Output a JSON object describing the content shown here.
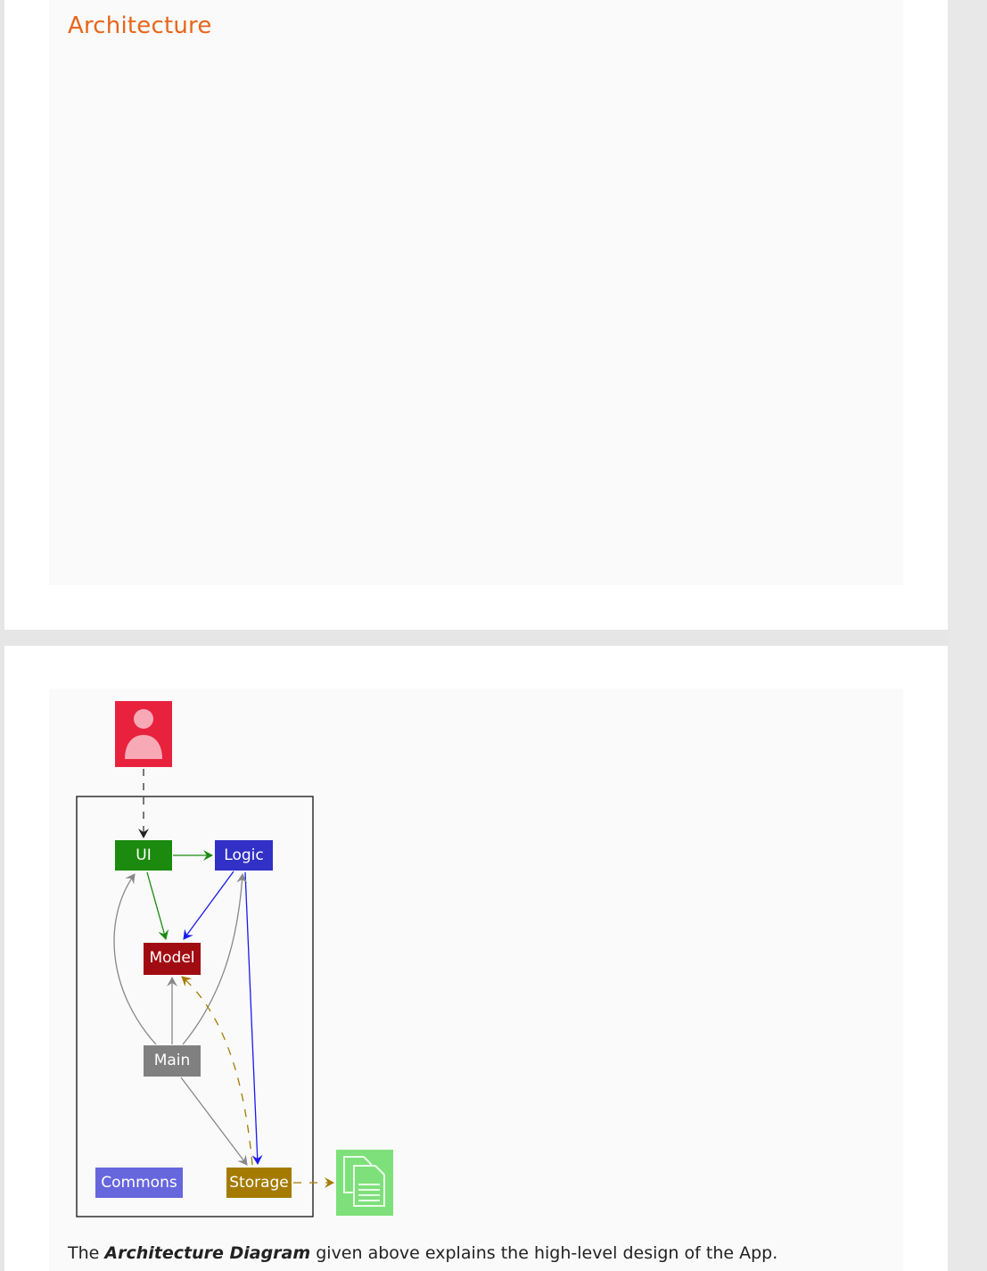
{
  "section": {
    "heading": "Architecture"
  },
  "diagram": {
    "components": {
      "ui": "UI",
      "logic": "Logic",
      "model": "Model",
      "main": "Main",
      "commons": "Commons",
      "storage": "Storage"
    },
    "colors": {
      "user": "#e8223d",
      "ui": "#1b8a0e",
      "logic": "#3131c7",
      "model": "#a10c12",
      "main": "#808080",
      "commons": "#6666dd",
      "storage": "#a47b00",
      "file": "#7ee07a"
    },
    "icons": [
      "user-icon",
      "file-icon"
    ]
  },
  "caption": {
    "prefix": "The ",
    "emphasis": "Architecture Diagram",
    "suffix": " given above explains the high-level design of the App."
  }
}
